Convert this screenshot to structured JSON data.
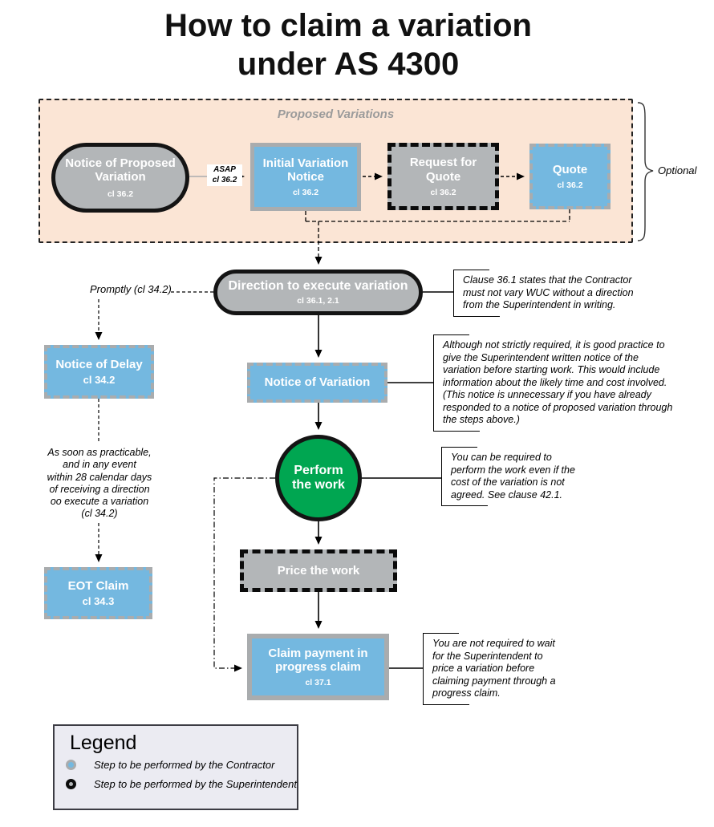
{
  "title": {
    "text": "How to claim a variation\nunder AS 4300"
  },
  "proposed_variations": {
    "label": "Proposed Variations",
    "optional_label": "Optional",
    "asap_label": "ASAP\ncl 36.2",
    "notice_of_proposed_variation": {
      "title": "Notice of Proposed Variation",
      "clause": "cl 36.2"
    },
    "initial_variation_notice": {
      "title": "Initial Variation Notice",
      "clause": "cl 36.2"
    },
    "request_for_quote": {
      "title": "Request for Quote",
      "clause": "cl 36.2"
    },
    "quote": {
      "title": "Quote",
      "clause": "cl 36.2"
    }
  },
  "main_flow": {
    "direction": {
      "title": "Direction to execute variation",
      "clause": "cl 36.1, 2.1"
    },
    "notice_of_variation": {
      "title": "Notice of Variation"
    },
    "perform": {
      "title": "Perform\nthe work"
    },
    "price": {
      "title": "Price the work"
    },
    "claim": {
      "title": "Claim payment in\nprogress claim",
      "clause": "cl 37.1"
    }
  },
  "left_flow": {
    "promptly_label": "Promptly (cl 34.2)",
    "notice_of_delay": {
      "title": "Notice of Delay",
      "clause": "cl 34.2"
    },
    "interval_text": "As soon as practicable,\nand in any event\nwithin 28 calendar days\nof receiving a direction\noo execute a variation\n(cl 34.2)",
    "eot_claim": {
      "title": "EOT Claim",
      "clause": "cl 34.3"
    }
  },
  "notes": {
    "direction": "Clause 36.1 states that the Contractor\nmust not vary WUC without a direction\nfrom the Superintendent in writing.",
    "variation": "Although not strictly required, it is good practice to\ngive the Superintendent written notice of the\nvariation before starting work. This would include\ninformation about the likely time and cost involved.\n(This notice is unnecessary if you have already\nresponded to a notice of proposed variation through\nthe steps above.)",
    "perform": "You can be required to\nperform the work even if the\ncost of the variation is not\nagreed. See clause 42.1.",
    "claim": "You are not required to wait\nfor the Superintendent to\nprice a variation before\nclaiming payment through a\nprogress claim."
  },
  "legend": {
    "title": "Legend",
    "items": [
      {
        "label": "Step to be performed by the Contractor",
        "type": "contractor"
      },
      {
        "label": "Step to be performed by the Superintendent",
        "type": "superintendent"
      }
    ]
  },
  "colors": {
    "contractor_blue": "#74b8e0",
    "superintendent_gray": "#b3b6b8",
    "perform_green": "#00a651",
    "proposed_variations_bg": "#fbe5d5",
    "blue_node_border": "#a9acae",
    "legend_bg": "#ebebf2"
  }
}
